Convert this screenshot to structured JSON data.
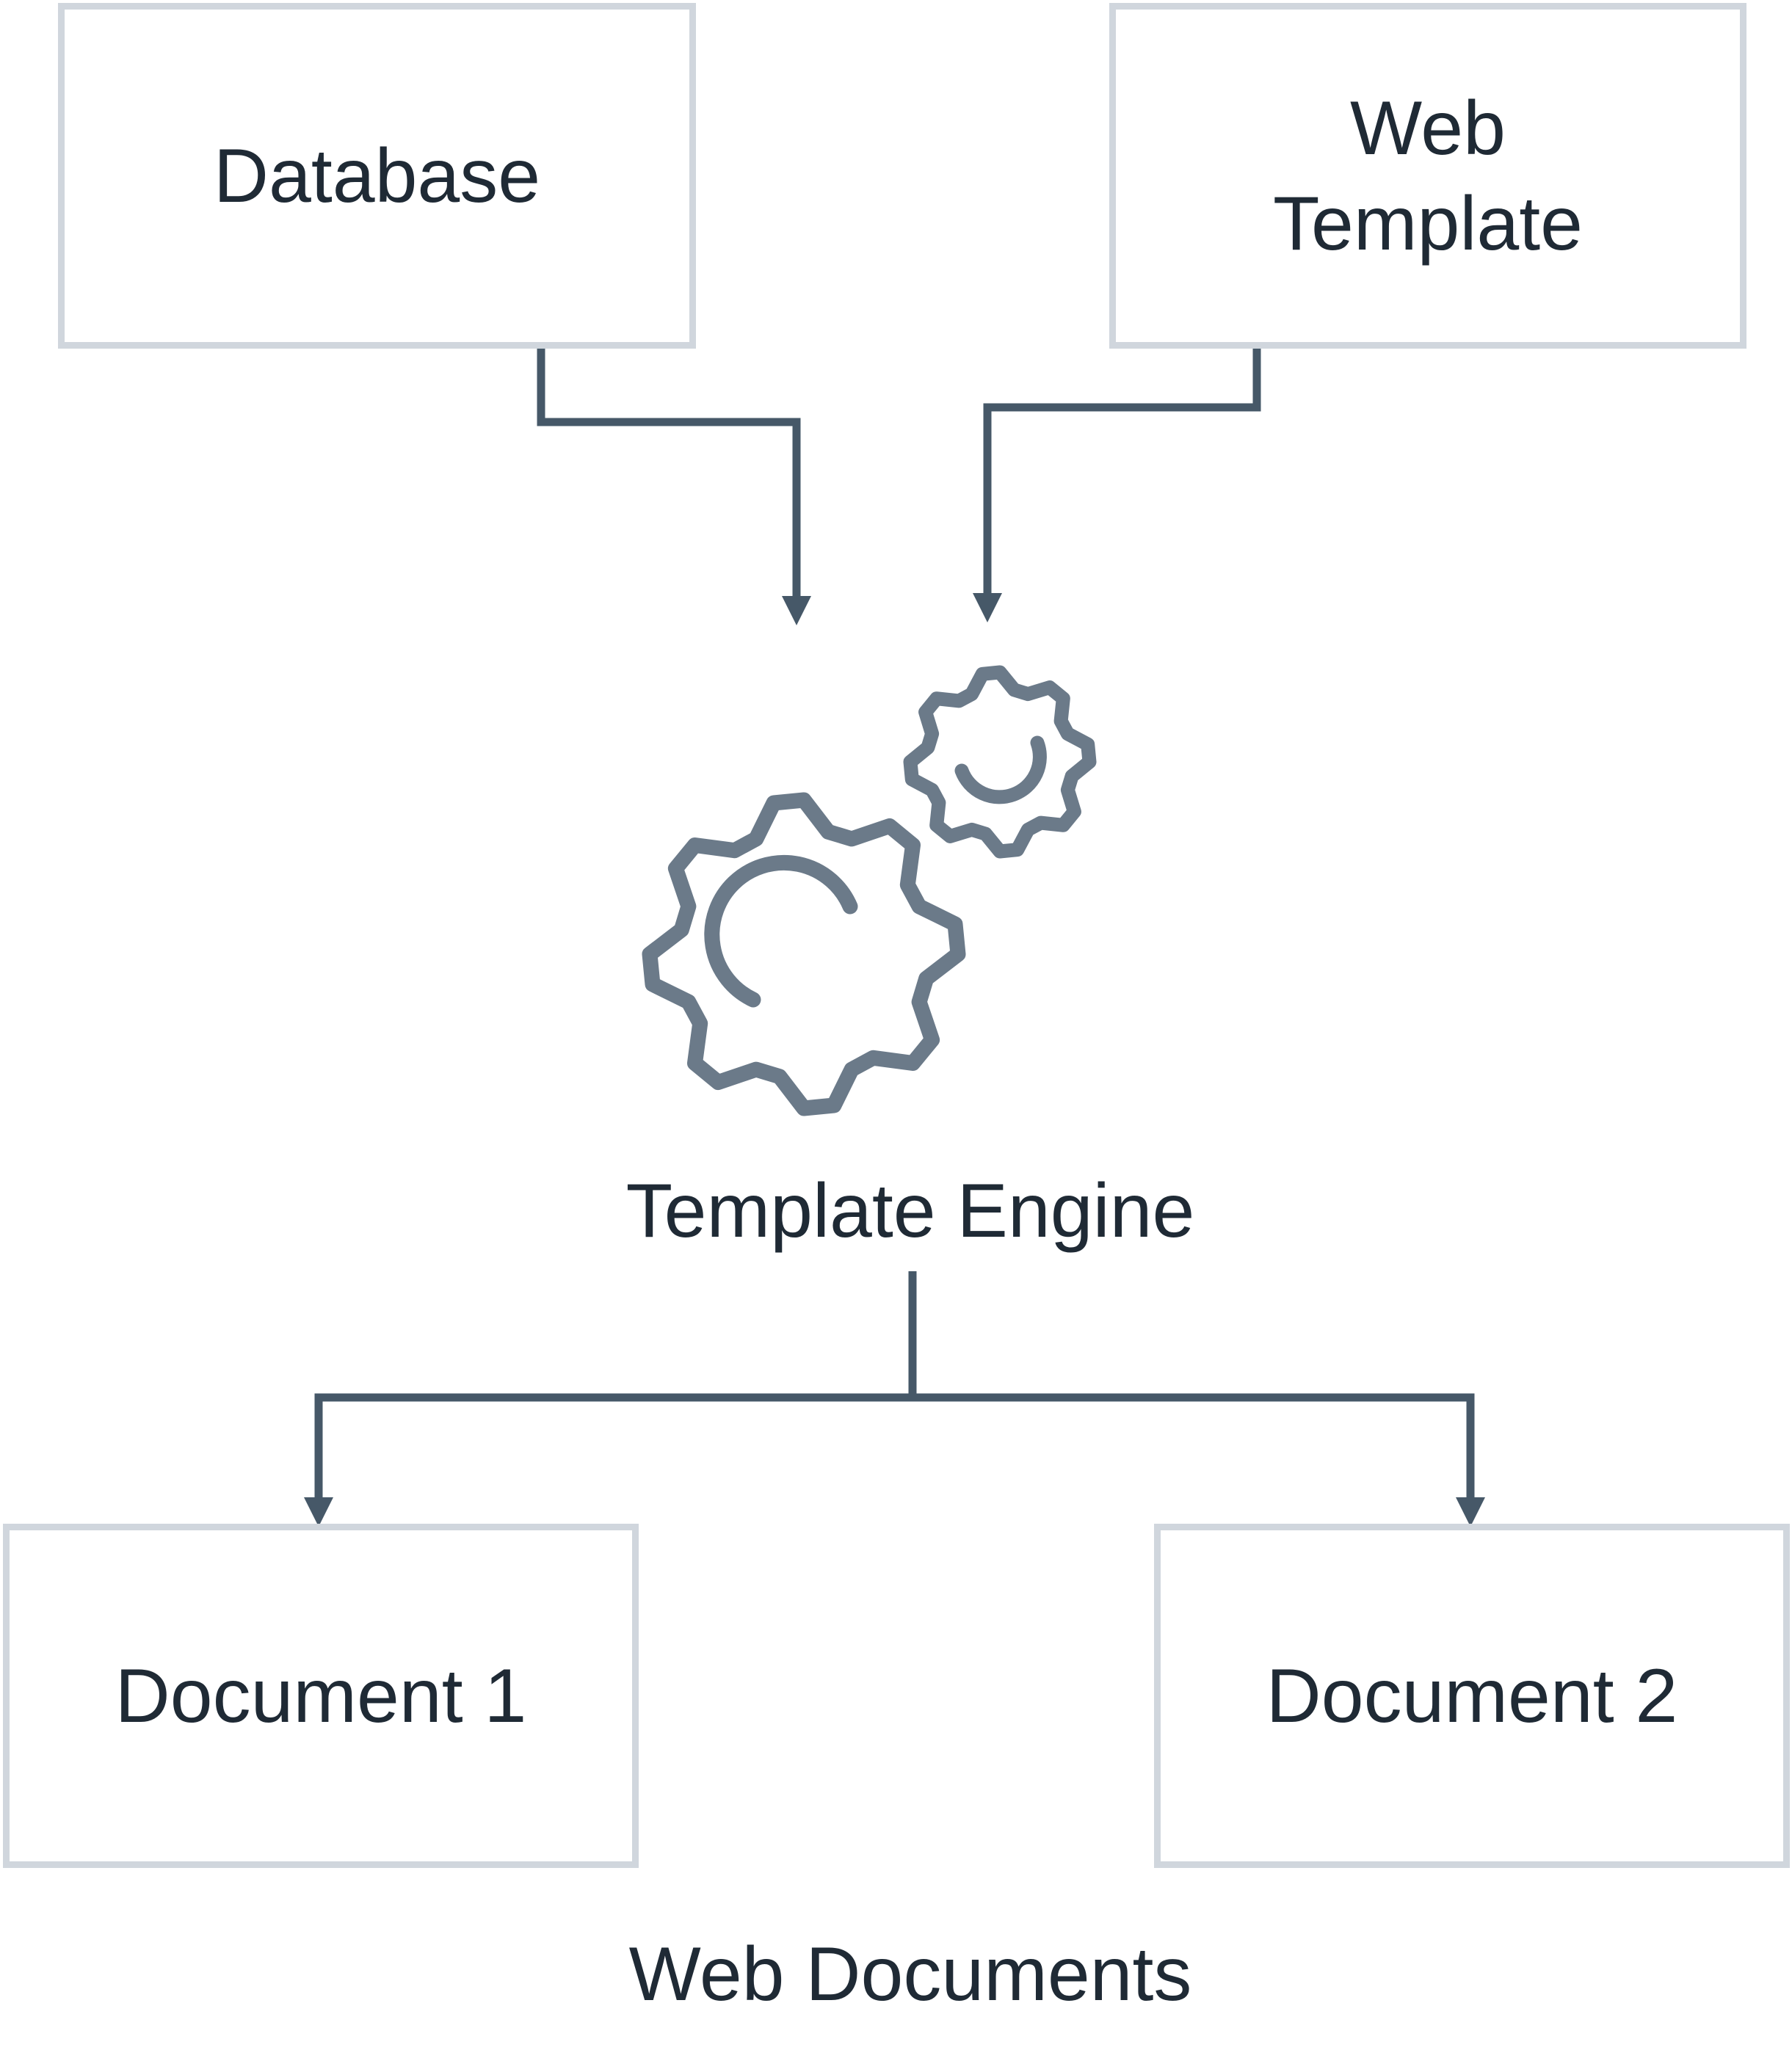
{
  "diagram": {
    "database": {
      "label": "Database"
    },
    "web_template": {
      "label": "Web\nTemplate"
    },
    "template_engine": {
      "label": "Template Engine",
      "icon": "gears-icon"
    },
    "document_1": {
      "label": "Document 1"
    },
    "document_2": {
      "label": "Document 2"
    },
    "output_group": {
      "label": "Web Documents"
    }
  },
  "colors": {
    "box_border": "#d0d6dd",
    "connector": "#465868",
    "gear": "#6b7a89",
    "text": "#1f2a35"
  }
}
